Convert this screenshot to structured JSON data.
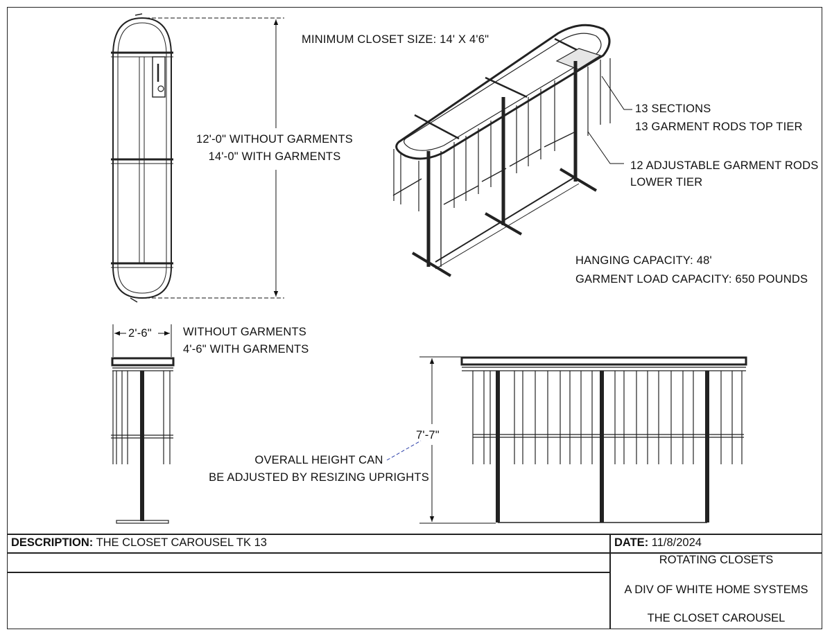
{
  "labels": {
    "min_closet": "MINIMUM CLOSET SIZE: 14' X 4'6\"",
    "length_line1": "12'-0\" WITHOUT GARMENTS",
    "length_line2": "14'-0\" WITH GARMENTS",
    "sections_line1": "13 SECTIONS",
    "sections_line2": "13 GARMENT RODS TOP TIER",
    "adjustable_line1": "12 ADJUSTABLE GARMENT RODS",
    "adjustable_line2": "LOWER TIER",
    "hanging_capacity": "HANGING CAPACITY: 48'",
    "load_capacity": "GARMENT LOAD CAPACITY: 650 POUNDS",
    "width_dim": "2'-6\"",
    "width_line1": "WITHOUT GARMENTS",
    "width_line2": "4'-6\" WITH GARMENTS",
    "height_dim": "7'-7\"",
    "height_note_line1": "OVERALL HEIGHT CAN",
    "height_note_line2": "BE ADJUSTED BY RESIZING UPRIGHTS"
  },
  "title_block": {
    "description_label": "DESCRIPTION:",
    "description_value": "THE CLOSET CAROUSEL TK 13",
    "date_label": "DATE:",
    "date_value": "11/8/2024",
    "company_line1": "ROTATING CLOSETS",
    "company_line2": "A DIV OF WHITE HOME SYSTEMS",
    "company_line3": "THE CLOSET CAROUSEL"
  }
}
